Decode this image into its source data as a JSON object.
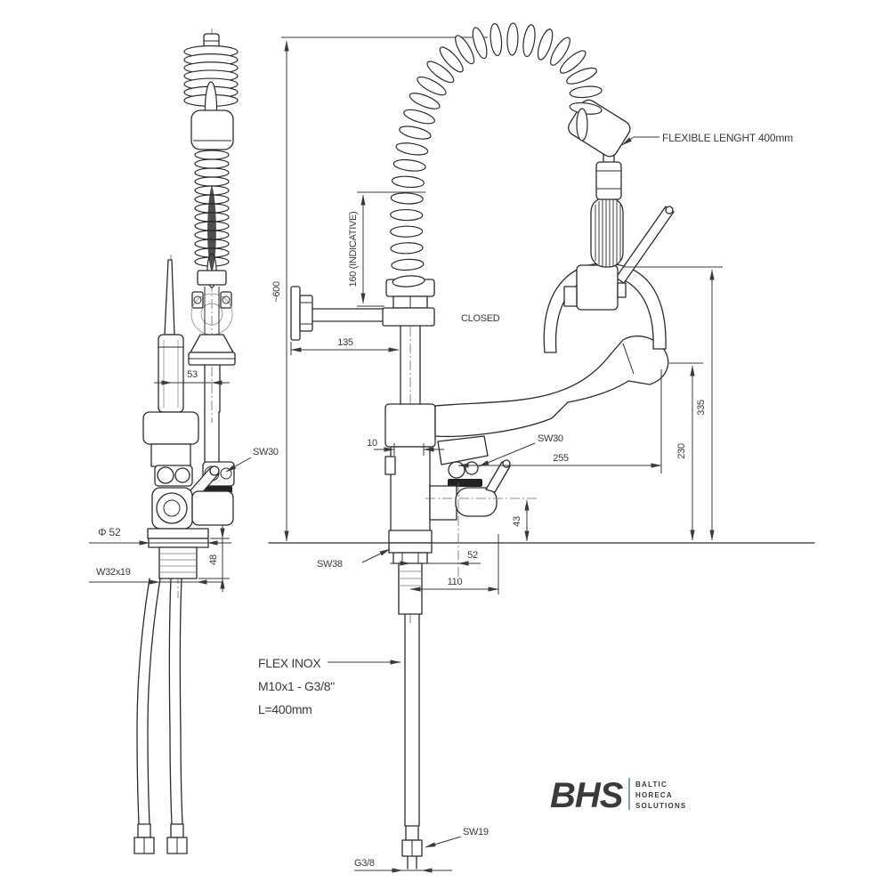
{
  "colors": {
    "line": "#2b2b2b",
    "dim_text": "#3a3a3a",
    "logo_blue": "#2a6bb1"
  },
  "left_view": {
    "dim_span": "53",
    "nut_label": "SW30",
    "diameter": "Φ 52",
    "thread": "W32x19",
    "shank_height": "48"
  },
  "right_view": {
    "total_height": "~600",
    "spring_length": "160 (INDICATIVE)",
    "wall_offset": "135",
    "state": "CLOSED",
    "body_offset": "10",
    "spout_nut": "SW30",
    "spout_reach": "255",
    "height_outer": "335",
    "height_spout": "230",
    "height_side": "43",
    "side_offset": "52",
    "base_offset": "110",
    "shank_nut": "SW38",
    "hose_nut": "SW19",
    "hose_thread": "G3/8",
    "flexible_hose_label": "FLEXIBLE LENGHT 400mm",
    "flex_note": [
      "FLEX INOX",
      "M10x1 - G3/8\"",
      "L=400mm"
    ]
  },
  "logo": {
    "name": "BHS",
    "sub": [
      "BALTIC",
      "HORECA",
      "SOLUTIONS"
    ]
  }
}
